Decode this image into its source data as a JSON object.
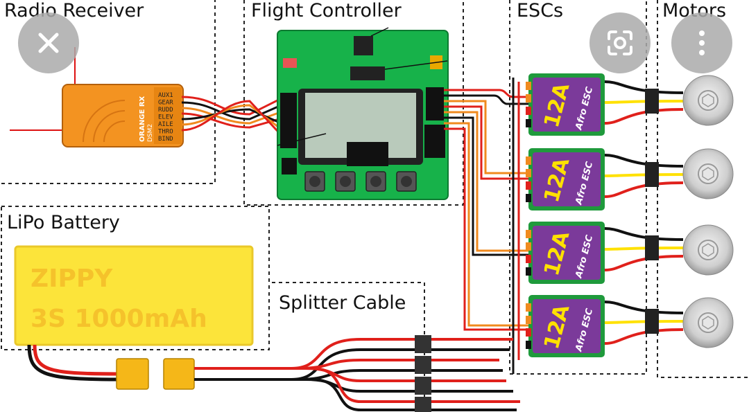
{
  "sections": {
    "radio_receiver": "Radio Receiver",
    "flight_controller": "Flight Controller",
    "escs": "ESCs",
    "motors": "Motors",
    "lipo_battery": "LiPo Battery",
    "splitter_cable": "Splitter Cable"
  },
  "receiver": {
    "brand": "ORANGE RX",
    "model": "DSM2",
    "channels": [
      "AUX1",
      "GEAR",
      "RUDD",
      "ELEV",
      "AILE",
      "THRO",
      "BIND"
    ]
  },
  "battery": {
    "line1": "ZIPPY",
    "line2": "3S 1000mAh"
  },
  "esc": {
    "rating": "12A",
    "brand": "Afro ESC"
  },
  "overlay": {
    "close_icon": "close-icon",
    "lens_icon": "lens-search-icon",
    "menu_icon": "more-vertical-icon"
  },
  "colors": {
    "wire_red": "#e0201b",
    "wire_black": "#111111",
    "wire_orange": "#f08a1e",
    "wire_yellow": "#ffe100",
    "esc_purple": "#7b3a9a",
    "pcb_green": "#18b04a",
    "battery_yellow": "#fce43a"
  }
}
